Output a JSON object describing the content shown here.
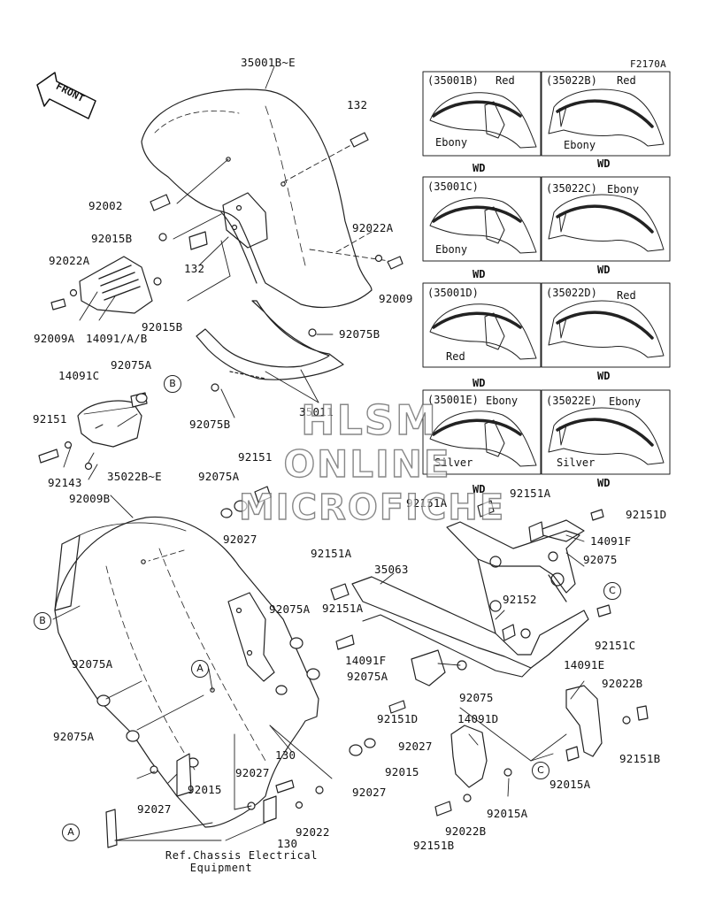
{
  "figure_id": "F2170A",
  "front_label": "FRONT",
  "watermark": [
    "HLSM",
    "ONLINE",
    "MICROFICHE"
  ],
  "callouts": {
    "p35001BE": "35001B~E",
    "p132a": "132",
    "p92002": "92002",
    "p92015B_a": "92015B",
    "p132b": "132",
    "p92022A_a": "92022A",
    "p92022A_b": "92022A",
    "p92009": "92009",
    "p92009A": "92009A",
    "p92015B_b": "92015B",
    "p14091AB": "14091/A/B",
    "p92075B_a": "92075B",
    "p92075B_b": "92075B",
    "p35011": "35011",
    "p14091C": "14091C",
    "p92075A_a": "92075A",
    "p92151_a": "92151",
    "p92143": "92143",
    "p92009B": "92009B",
    "p35022BE": "35022B~E",
    "p92151_b": "92151",
    "p92075A_b": "92075A",
    "p92027_a": "92027",
    "p92151A_a": "92151A",
    "p92151A_b": "92151A",
    "p92151D_a": "92151D",
    "p14091F_a": "14091F",
    "p92075_a": "92075",
    "p92151A_c": "92151A",
    "p35063": "35063",
    "p92151A_d": "92151A",
    "p92152": "92152",
    "p92151C": "92151C",
    "p92075A_c": "92075A",
    "p14091F_b": "14091F",
    "p14091E": "14091E",
    "p92022B_a": "92022B",
    "p92075A_d": "92075A",
    "p92075A_e": "92075A",
    "p92075_b": "92075",
    "p92151D_b": "92151D",
    "p14091D": "14091D",
    "p92075A_f": "92075A",
    "p92027_b": "92027",
    "p92015_a": "92015",
    "p130a": "130",
    "p92027_c": "92027",
    "p92015_b": "92015",
    "p92027_d": "92027",
    "p92027_e": "92027",
    "p92022": "92022",
    "p130b": "130",
    "p92151B_a": "92151B",
    "p92015A_a": "92015A",
    "p92015A_b": "92015A",
    "p92022B_b": "92022B",
    "p92151B_b": "92151B"
  },
  "ref_markers": [
    "A",
    "B",
    "C"
  ],
  "ref_note": [
    "Ref.Chassis Electrical",
    "Equipment"
  ],
  "variants": [
    {
      "code": "(35001B)",
      "color": "Red",
      "color2": "Ebony",
      "wd": "WD"
    },
    {
      "code": "(35022B)",
      "color": "Red",
      "color2": "Ebony",
      "wd": "WD"
    },
    {
      "code": "(35001C)",
      "color": "",
      "color2": "Ebony",
      "wd": "WD"
    },
    {
      "code": "(35022C)",
      "color": "Ebony",
      "color2": "",
      "wd": "WD"
    },
    {
      "code": "(35001D)",
      "color": "",
      "color2": "Red",
      "wd": "WD"
    },
    {
      "code": "(35022D)",
      "color": "Red",
      "color2": "",
      "wd": "WD"
    },
    {
      "code": "(35001E)",
      "color": "Ebony",
      "color2": "Silver",
      "wd": "WD"
    },
    {
      "code": "(35022E)",
      "color": "Ebony",
      "color2": "Silver",
      "wd": "WD"
    }
  ]
}
